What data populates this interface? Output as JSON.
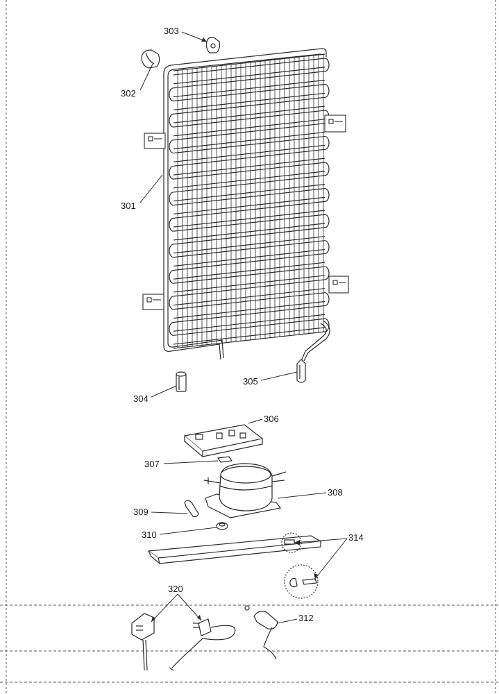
{
  "labels": {
    "p301": "301",
    "p302": "302",
    "p303": "303",
    "p304": "304",
    "p305": "305",
    "p306": "306",
    "p307": "307",
    "p308": "308",
    "p309": "309",
    "p310": "310",
    "p312": "312",
    "p314": "314",
    "p320": "320"
  },
  "colors": {
    "line": "#2a2a2a",
    "light": "#6a6a6a",
    "paper": "#ffffff"
  }
}
